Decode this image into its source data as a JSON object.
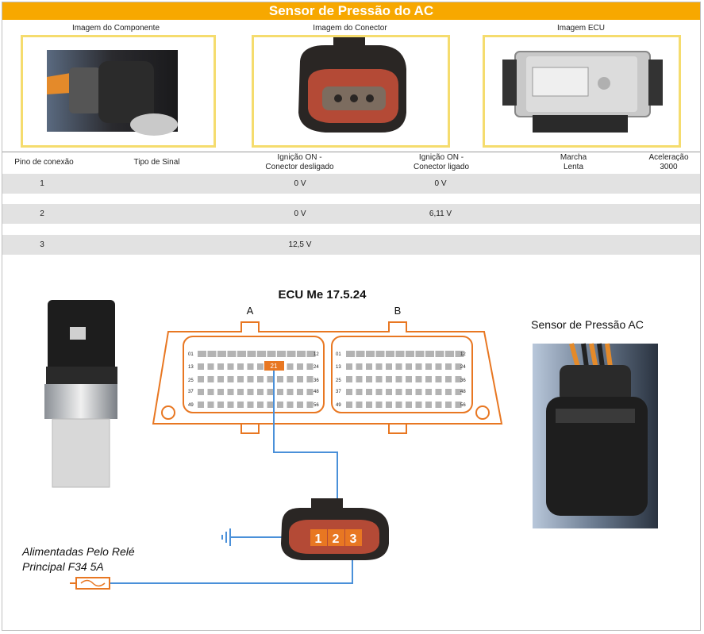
{
  "title": "Sensor de Pressão do AC",
  "images": {
    "component": "Imagem do Componente",
    "connector": "Imagem do Conector",
    "ecu": "Imagem ECU"
  },
  "table": {
    "headers": {
      "pin": "Pino de conexão",
      "signal": "Tipo de Sinal",
      "ign_off_1": "Ignição ON -",
      "ign_off_2": "Conector desligado",
      "ign_on_1": "Ignição ON -",
      "ign_on_2": "Conector ligado",
      "idle_1": "Marcha",
      "idle_2": "Lenta",
      "accel_1": "Aceleração",
      "accel_2": "3000"
    },
    "rows": [
      {
        "pin": "1",
        "signal": "",
        "ign_off": "0 V",
        "ign_on": "0 V",
        "idle": "",
        "accel": ""
      },
      {
        "pin": "2",
        "signal": "",
        "ign_off": "0 V",
        "ign_on": "6,11 V",
        "idle": "",
        "accel": ""
      },
      {
        "pin": "3",
        "signal": "",
        "ign_off": "12,5 V",
        "ign_on": "",
        "idle": "",
        "accel": ""
      }
    ]
  },
  "diagram": {
    "ecu_title": "ECU Me 17.5.24",
    "connector_a": "A",
    "connector_b": "B",
    "pin_labels_left": [
      "01",
      "13",
      "25",
      "37",
      "49"
    ],
    "pin_labels_right_a": [
      "12",
      "24",
      "36",
      "48",
      "56"
    ],
    "highlight_pin": "21",
    "sensor_label": "Sensor de Pressão AC",
    "connector_pins": [
      "1",
      "2",
      "3"
    ],
    "supply_line1": "Alimentadas Pelo Relé",
    "supply_line2": "Principal F34 5A",
    "colors": {
      "accent": "#e87722",
      "wire": "#4a90d9",
      "title_bar": "#f7a800",
      "image_border": "#f5dc6e"
    }
  }
}
